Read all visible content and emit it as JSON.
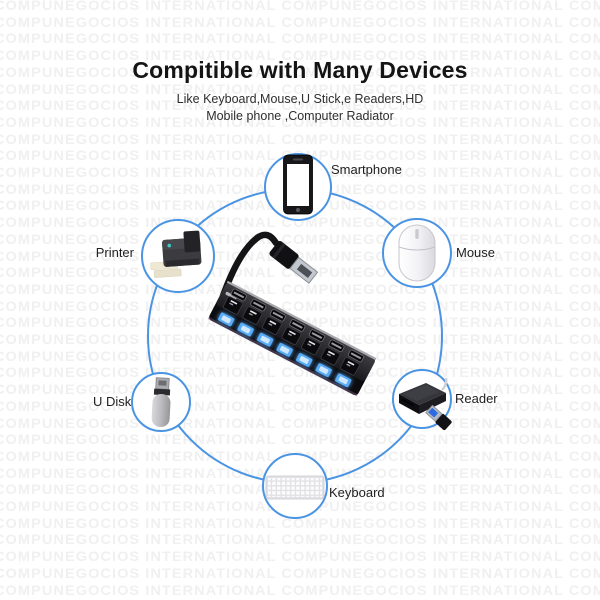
{
  "watermark": {
    "text": "COMPUNEGOCIOS INTERNATIONAL",
    "color": "#f0f0f0"
  },
  "header": {
    "title": "Compitible with Many Devices",
    "subtitle_line1": "Like Keyboard,Mouse,U Stick,e Readers,HD",
    "subtitle_line2": "Mobile phone ,Computer Radiator"
  },
  "diagram": {
    "accent_color": "#4a94e4",
    "hub": {
      "description": "7-port USB hub with rocker switches and blue LED indicators",
      "port_count": 7,
      "led_color": "#58acf8"
    },
    "devices": [
      {
        "id": "smartphone",
        "label": "Smartphone"
      },
      {
        "id": "printer",
        "label": "Printer"
      },
      {
        "id": "mouse",
        "label": "Mouse"
      },
      {
        "id": "reader",
        "label": "Reader"
      },
      {
        "id": "u-disk",
        "label": "U Disk"
      },
      {
        "id": "keyboard",
        "label": "Keyboard"
      }
    ]
  }
}
